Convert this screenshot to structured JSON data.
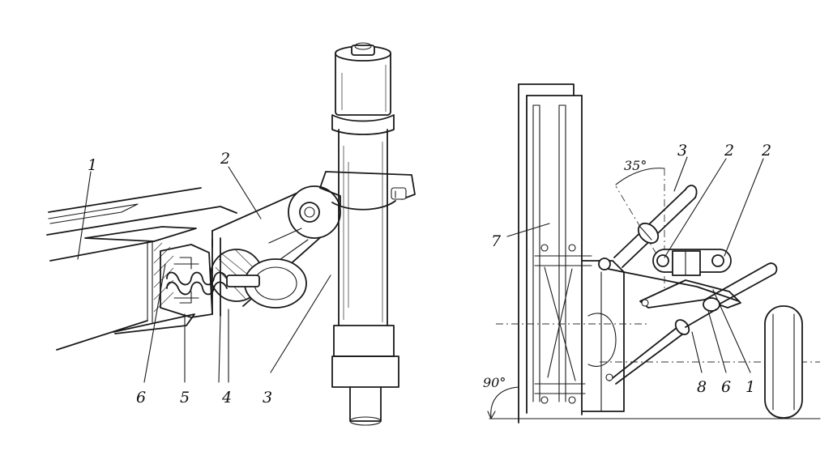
{
  "left_figure": {
    "labels": [
      "1",
      "2",
      "3",
      "4",
      "5",
      "6"
    ]
  },
  "right_figure": {
    "labels": [
      "3",
      "2",
      "2",
      "7",
      "8",
      "6",
      "1"
    ],
    "angle_top": "35°",
    "angle_bottom": "90°"
  }
}
